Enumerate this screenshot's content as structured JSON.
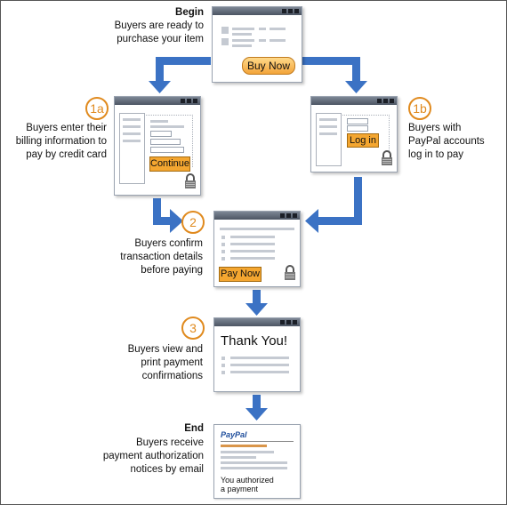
{
  "begin": {
    "title": "Begin",
    "line1": "Buyers are ready to",
    "line2": "purchase your item",
    "button": "Buy Now"
  },
  "step1a": {
    "badge": "1a",
    "line1": "Buyers enter their",
    "line2": "billing information to",
    "line3": "pay by credit card",
    "button": "Continue"
  },
  "step1b": {
    "badge": "1b",
    "line1": "Buyers with",
    "line2": "PayPal accounts",
    "line3": "log in to pay",
    "button": "Log in"
  },
  "step2": {
    "badge": "2",
    "line1": "Buyers confirm",
    "line2": "transaction details",
    "line3": "before paying",
    "button": "Pay Now"
  },
  "step3": {
    "badge": "3",
    "line1": "Buyers view and",
    "line2": "print payment",
    "line3": "confirmations",
    "heading": "Thank You!"
  },
  "end": {
    "title": "End",
    "line1": "Buyers receive",
    "line2": "payment authorization",
    "line3": "notices by email",
    "logo": "PayPal",
    "msg1": "You authorized",
    "msg2": "a payment"
  },
  "colors": {
    "arrow": "#3b72c4",
    "badge": "#e08a1e",
    "button": "#f4a630"
  },
  "icons": [
    "lock-icon",
    "window-icon",
    "arrow-icon"
  ]
}
